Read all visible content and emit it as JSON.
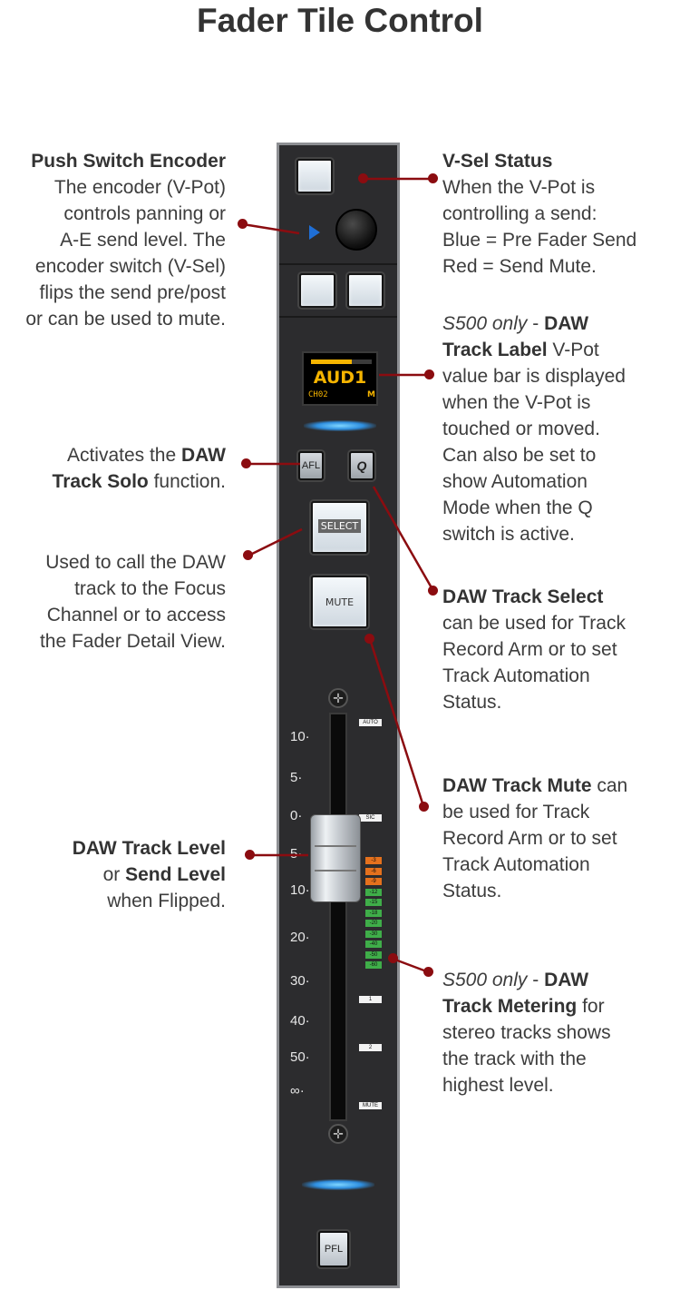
{
  "title": "Fader Tile Control",
  "strip": {
    "oled": {
      "name": "AUD1",
      "channel": "CH02",
      "mode": "M"
    },
    "buttons": {
      "afl": "AFL",
      "q": "Q",
      "select": "SELECT",
      "mute": "MUTE",
      "pfl": "PFL"
    },
    "scale": [
      "10",
      "5",
      "0",
      "5",
      "10",
      "20",
      "30",
      "40",
      "50",
      "∞"
    ],
    "tags": {
      "auto": "AUTO",
      "sic": "SIC",
      "one": "1",
      "two": "2",
      "mute": "MUTE"
    },
    "meter": {
      "leds": [
        "-3",
        "-6",
        "-9",
        "-12",
        "-15",
        "-18",
        "-20",
        "-30",
        "-40",
        "-50",
        "-60"
      ],
      "colors": {
        "hot": "#e5711d",
        "green": "#3fae49"
      }
    },
    "colors": {
      "vsel_arrow": "#1f6fd6",
      "oled_text": "#f5b400",
      "value_bar": "#f5b400",
      "glow": "#3fa4f0"
    }
  },
  "annotations": {
    "push_switch": {
      "heading": "Push Switch Encoder",
      "lines": [
        "The encoder (V-Pot)",
        "controls panning or",
        "A-E send level. The",
        "encoder switch (V-Sel)",
        "flips the send pre/post",
        "or can be used to mute."
      ]
    },
    "vsel_status": {
      "heading": "V-Sel Status",
      "lines": [
        "When the V-Pot is",
        "controlling a send:",
        "Blue = Pre Fader Send",
        "Red = Send Mute."
      ]
    },
    "track_label": {
      "italic": "S500 only",
      "dash": " - ",
      "bold_1": "DAW",
      "bold_2": "Track Label",
      "rest_1": " V-Pot",
      "lines": [
        "value bar is displayed",
        "when the V-Pot is",
        "touched or moved.",
        "Can also be set to",
        "show Automation",
        "Mode when the Q",
        "switch is active."
      ]
    },
    "solo": {
      "pre": "Activates the ",
      "bold_1": "DAW",
      "bold_2": "Track Solo",
      "post": " function."
    },
    "select": {
      "lines": [
        "Used to call the DAW",
        "track to the Focus",
        "Channel or to access",
        "the Fader Detail View."
      ]
    },
    "track_select": {
      "heading": "DAW Track Select",
      "lines": [
        "can be used for Track",
        "Record Arm or to set",
        "Track Automation",
        "Status."
      ]
    },
    "track_mute": {
      "heading": "DAW Track Mute",
      "heading_post": " can",
      "lines": [
        "be used for Track",
        "Record Arm or to set",
        "Track Automation",
        "Status."
      ]
    },
    "track_level": {
      "heading": "DAW Track Level",
      "or": "or ",
      "bold_2": "Send Level",
      "line_3": "when Flipped."
    },
    "metering": {
      "italic": "S500 only",
      "dash": " - ",
      "bold_1": "DAW",
      "bold_2": "Track Metering",
      "rest_2": " for",
      "lines": [
        "stereo tracks shows",
        "the track with the",
        "highest level."
      ]
    }
  }
}
